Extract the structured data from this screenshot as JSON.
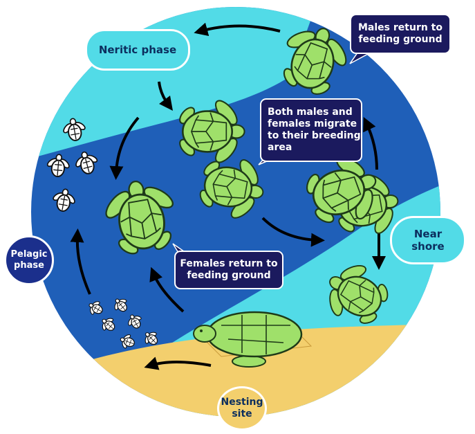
{
  "labels": {
    "neritic": "Neritic phase",
    "males_return": [
      "Males return to",
      "feeding ground"
    ],
    "migrate": [
      "Both males and",
      "females migrate",
      "to their breeding",
      "area"
    ],
    "near_shore": [
      "Near",
      "shore"
    ],
    "pelagic": [
      "Pelagic",
      "phase"
    ],
    "females_return": [
      "Females return to",
      "feeding ground"
    ],
    "nesting": [
      "Nesting",
      "site"
    ]
  },
  "colors": {
    "deep_ocean": "#1f5fb8",
    "shallow_water": "#52dbe7",
    "sand": "#f3cf6d",
    "callout": "#1b1a5e",
    "turtle_shell": "#9fe06a",
    "turtle_outline": "#1e3a18",
    "arrow": "#000000"
  }
}
